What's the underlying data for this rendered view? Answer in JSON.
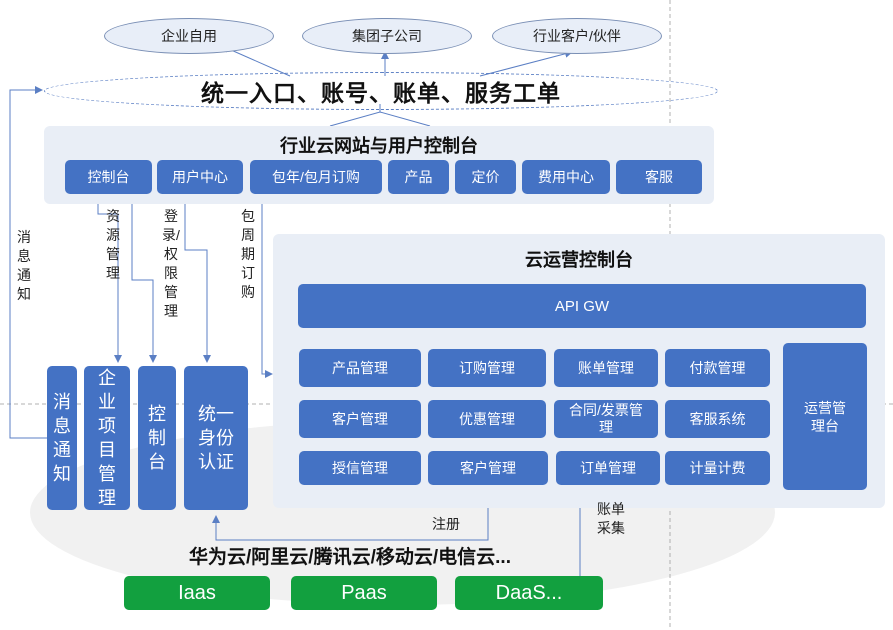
{
  "top_ovals": {
    "enterprise_self_use": "企业自用",
    "group_subsidiary": "集团子公司",
    "industry_customer_partner": "行业客户/伙伴"
  },
  "unified_entry": "统一入口、账号、账单、服务工单",
  "portal": {
    "title": "行业云网站与用户控制台",
    "items": [
      "控制台",
      "用户中心",
      "包年/包月订购",
      "产品",
      "定价",
      "费用中心",
      "客服"
    ]
  },
  "flow_labels": {
    "message_notify": "消息通知",
    "resource_mgmt": "资源管理",
    "login_permission_mgmt": "登录/权限管理",
    "subscription": "包周期订购",
    "register": "注册",
    "bill_collect": "账单采集"
  },
  "left_modules": {
    "message_notify": "消息通知",
    "enterprise_project_mgmt": "企业项目管理",
    "console": "控制台",
    "unified_auth": "统一身份认证"
  },
  "ops_console": {
    "title": "云运营控制台",
    "api_gw": "API GW",
    "grid": [
      [
        "产品管理",
        "订购管理",
        "账单管理",
        "付款管理"
      ],
      [
        "客户管理",
        "优惠管理",
        "合同/发票管理",
        "客服系统"
      ],
      [
        "授信管理",
        "客户管理",
        "订单管理",
        "计量计费"
      ]
    ],
    "ops_platform": "运营管理台"
  },
  "clouds": "华为云/阿里云/腾讯云/移动云/电信云...",
  "bottom": {
    "iaas": "Iaas",
    "paas": "Paas",
    "daas": "DaaS..."
  },
  "colors": {
    "accent_blue": "#4472c4",
    "panel_bg": "#e9eef6",
    "green": "#12a03f",
    "arrow": "#5b7fc4"
  }
}
